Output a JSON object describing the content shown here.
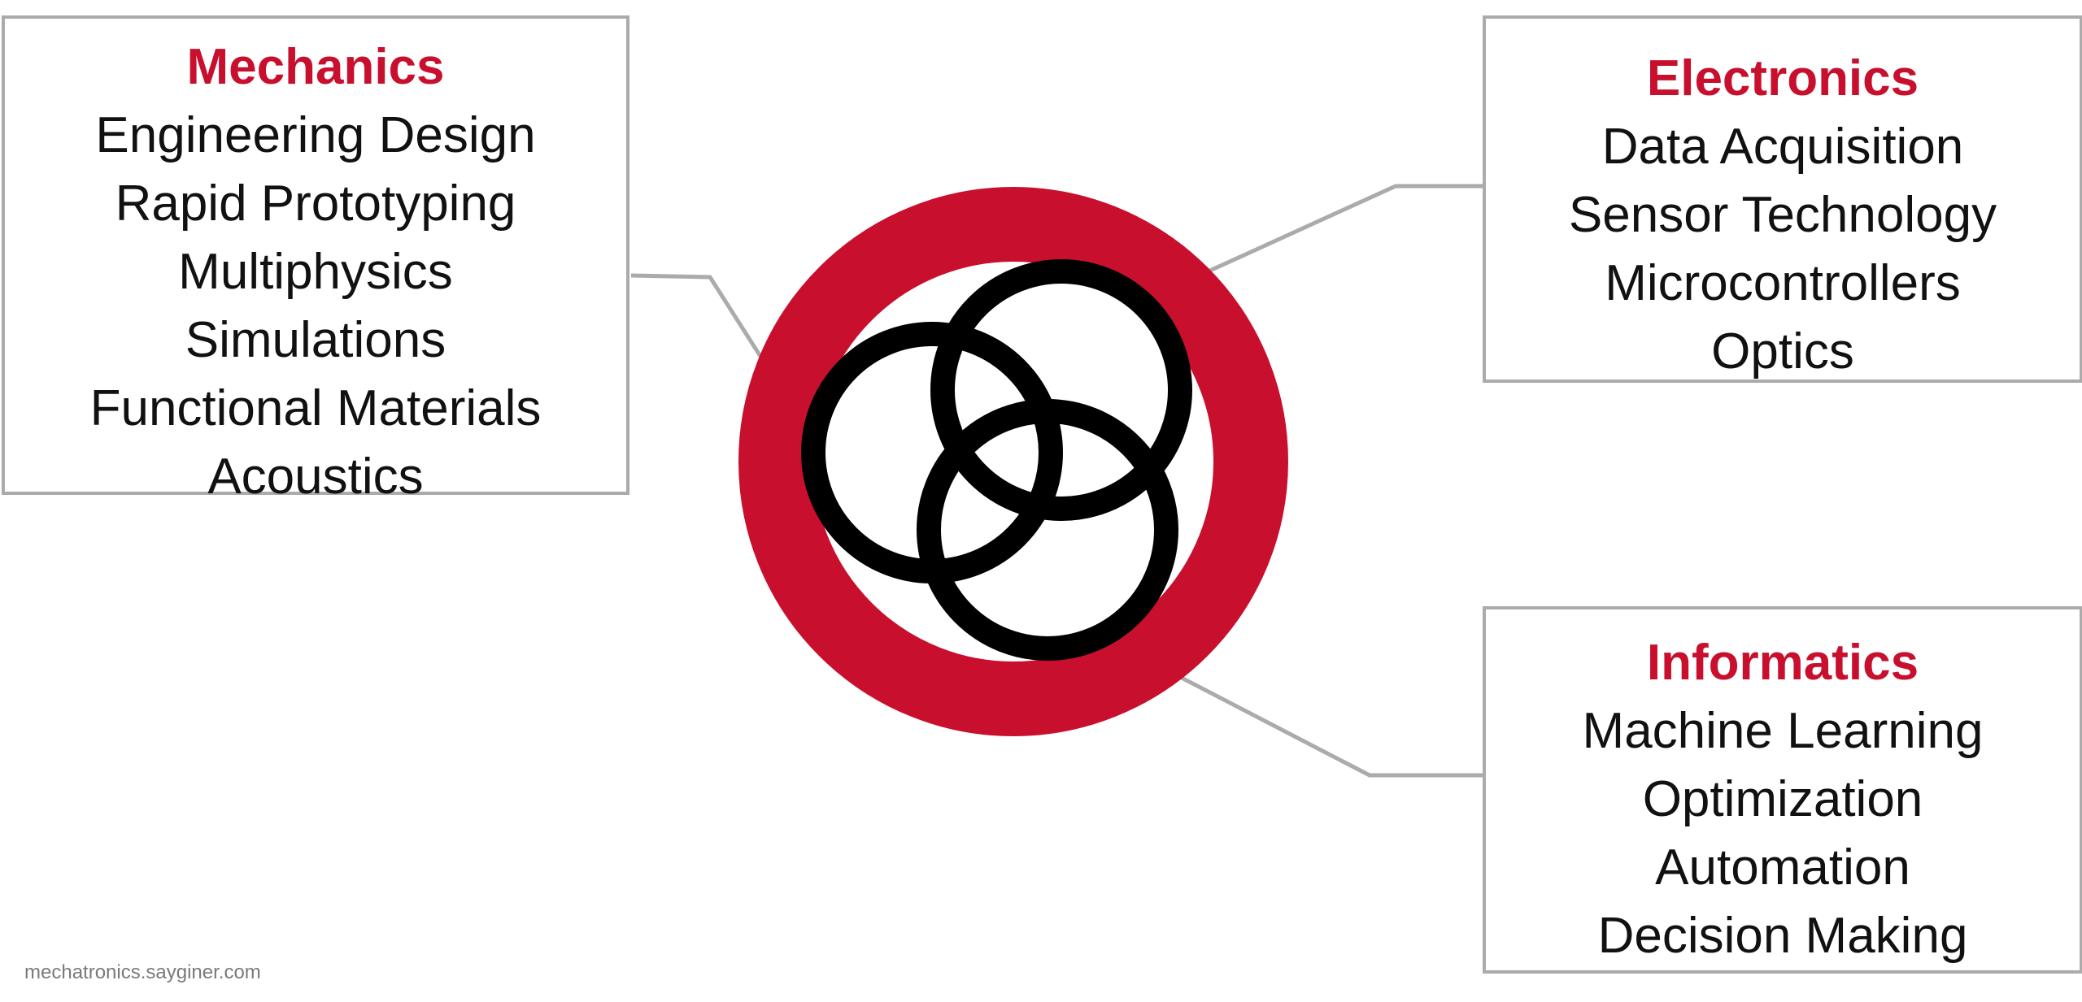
{
  "colors": {
    "accent": "#c8102e",
    "ring_black": "#000000",
    "box_border": "#ababab",
    "connector": "#ababab",
    "text": "#111111",
    "footer_text": "#7a7a7a"
  },
  "logo": {
    "icon": "three-interlocking-circles-in-red-ring-icon"
  },
  "mechanics": {
    "title": "Mechanics",
    "items": [
      "Engineering Design",
      "Rapid Prototyping",
      "Multiphysics",
      "Simulations",
      "Functional Materials",
      "Acoustics"
    ]
  },
  "electronics": {
    "title": "Electronics",
    "items": [
      "Data Acquisition",
      "Sensor Technology",
      "Microcontrollers",
      "Optics"
    ]
  },
  "informatics": {
    "title": "Informatics",
    "items": [
      "Machine Learning",
      "Optimization",
      "Automation",
      "Decision Making"
    ]
  },
  "footer": {
    "text": "mechatronics.sayginer.com"
  }
}
